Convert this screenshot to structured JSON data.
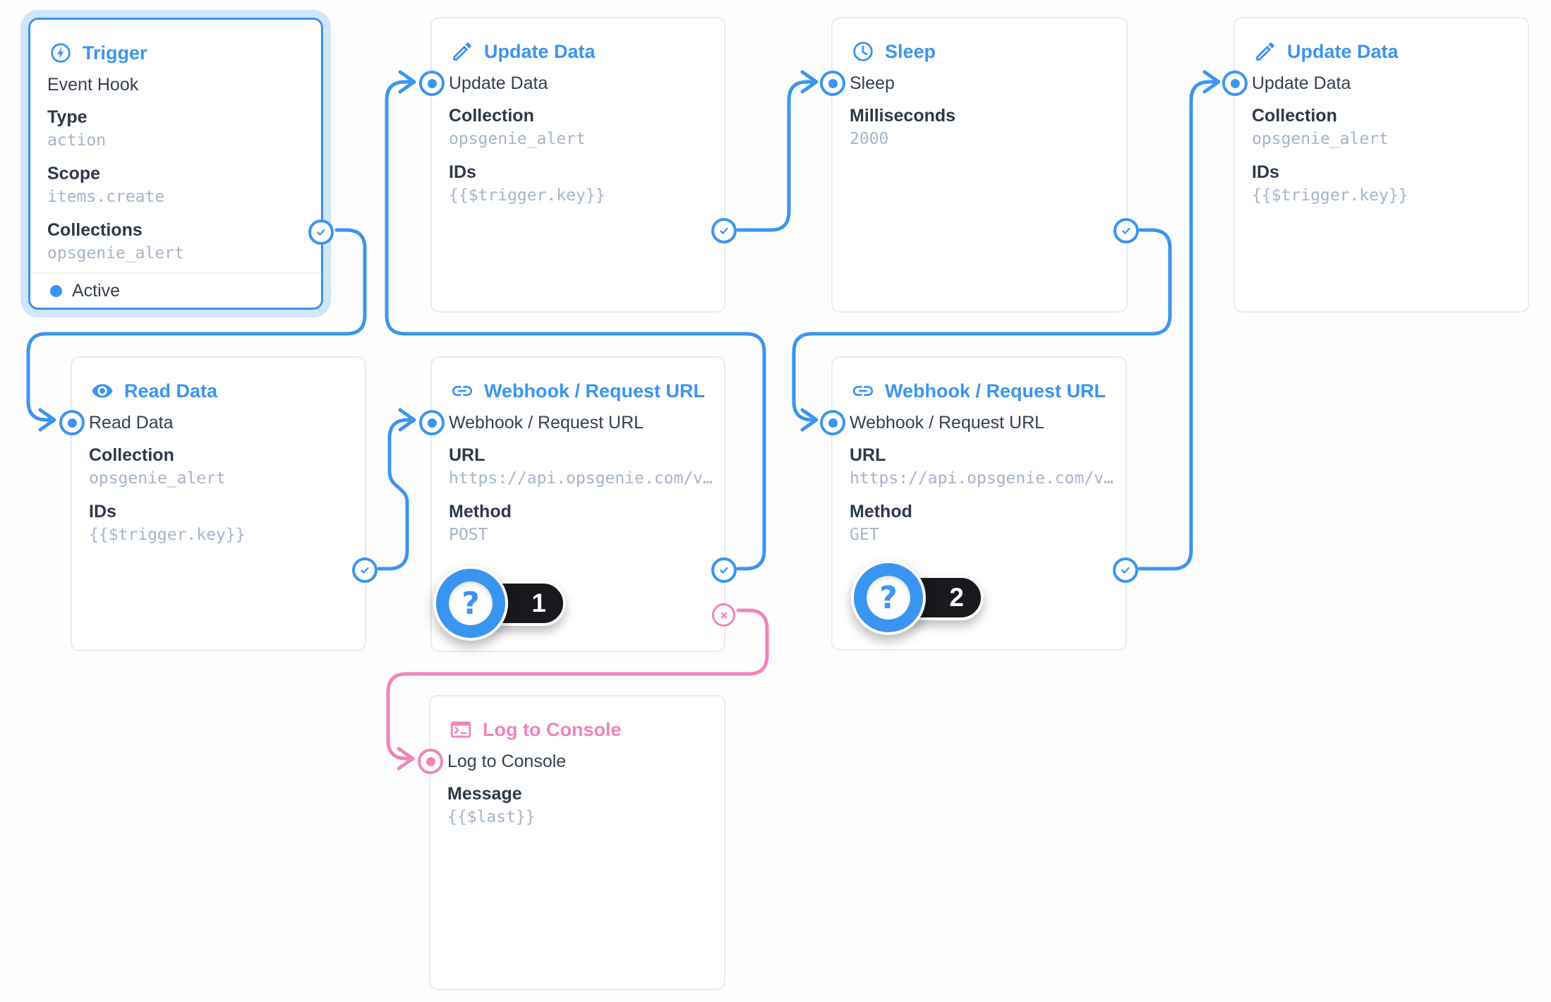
{
  "colors": {
    "accent_blue": "#3a95f0",
    "accent_pink": "#f183bd",
    "value_text": "#a6b5ca",
    "label_text": "#2e3947"
  },
  "nodes": [
    {
      "id": "trigger",
      "title": "Trigger",
      "icon": "bolt-circle-icon",
      "name": "Event Hook",
      "fields": [
        {
          "label": "Type",
          "value": "action"
        },
        {
          "label": "Scope",
          "value": "items.create"
        },
        {
          "label": "Collections",
          "value": "opsgenie_alert"
        }
      ],
      "status": "Active",
      "selected": true
    },
    {
      "id": "update-data-1",
      "title": "Update Data",
      "icon": "pencil-icon",
      "name": "Update Data",
      "fields": [
        {
          "label": "Collection",
          "value": "opsgenie_alert"
        },
        {
          "label": "IDs",
          "value": "{{$trigger.key}}"
        }
      ]
    },
    {
      "id": "sleep",
      "title": "Sleep",
      "icon": "clock-icon",
      "name": "Sleep",
      "fields": [
        {
          "label": "Milliseconds",
          "value": "2000"
        }
      ]
    },
    {
      "id": "update-data-2",
      "title": "Update Data",
      "icon": "pencil-icon",
      "name": "Update Data",
      "fields": [
        {
          "label": "Collection",
          "value": "opsgenie_alert"
        },
        {
          "label": "IDs",
          "value": "{{$trigger.key}}"
        }
      ]
    },
    {
      "id": "read-data",
      "title": "Read Data",
      "icon": "eye-icon",
      "name": "Read Data",
      "fields": [
        {
          "label": "Collection",
          "value": "opsgenie_alert"
        },
        {
          "label": "IDs",
          "value": "{{$trigger.key}}"
        }
      ]
    },
    {
      "id": "webhook-1",
      "title": "Webhook / Request URL",
      "icon": "link-icon",
      "name": "Webhook / Request URL",
      "fields": [
        {
          "label": "URL",
          "value": "https://api.opsgenie.com/v…"
        },
        {
          "label": "Method",
          "value": "POST"
        }
      ],
      "badge": "1"
    },
    {
      "id": "webhook-2",
      "title": "Webhook / Request URL",
      "icon": "link-icon",
      "name": "Webhook / Request URL",
      "fields": [
        {
          "label": "URL",
          "value": "https://api.opsgenie.com/v…"
        },
        {
          "label": "Method",
          "value": "GET"
        }
      ],
      "badge": "2"
    },
    {
      "id": "log-to-console",
      "title": "Log to Console",
      "icon": "terminal-icon",
      "name": "Log to Console",
      "fields": [
        {
          "label": "Message",
          "value": "{{$last}}"
        }
      ]
    }
  ],
  "edges": [
    {
      "from": "trigger",
      "to": "read-data",
      "path": "resolve",
      "color": "blue"
    },
    {
      "from": "read-data",
      "to": "webhook-1",
      "path": "resolve",
      "color": "blue"
    },
    {
      "from": "webhook-1",
      "to": "update-data-1",
      "path": "resolve",
      "color": "blue"
    },
    {
      "from": "update-data-1",
      "to": "sleep",
      "path": "resolve",
      "color": "blue"
    },
    {
      "from": "sleep",
      "to": "webhook-2",
      "path": "resolve",
      "color": "blue"
    },
    {
      "from": "webhook-2",
      "to": "update-data-2",
      "path": "resolve",
      "color": "blue"
    },
    {
      "from": "webhook-1",
      "to": "log-to-console",
      "path": "reject",
      "color": "pink"
    }
  ]
}
